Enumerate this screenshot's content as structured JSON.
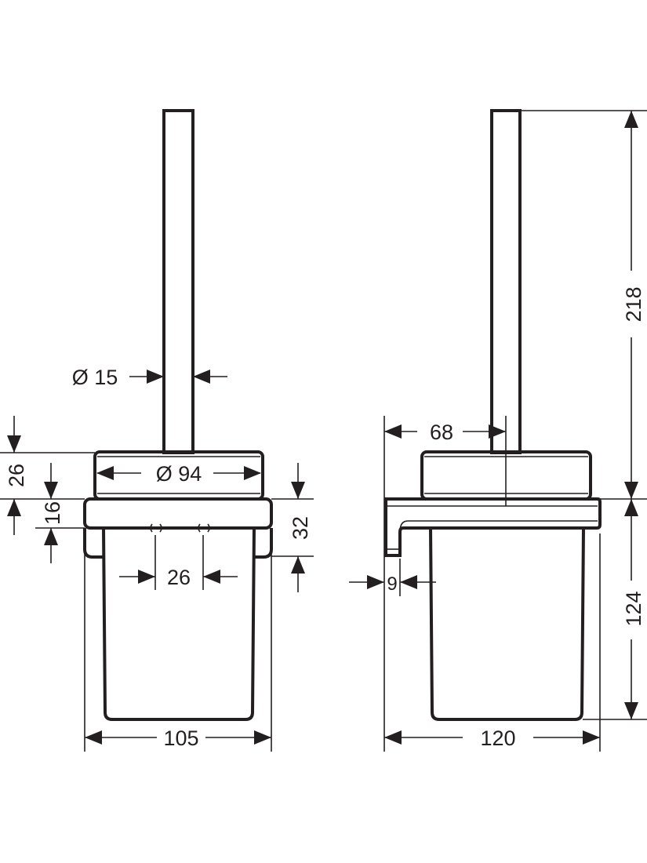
{
  "drawing": {
    "front_view": {
      "handle_diameter": "Ø 15",
      "lid_diameter": "Ø 94",
      "lid_height": "26",
      "plate_height": "16",
      "holder_height": "32",
      "fixing_spacing": "26",
      "overall_width": "105"
    },
    "side_view": {
      "handle_offset": "68",
      "handle_length": "218",
      "cup_height": "124",
      "wall_gap": "9",
      "overall_depth": "120"
    },
    "line_color": "#231f20"
  }
}
